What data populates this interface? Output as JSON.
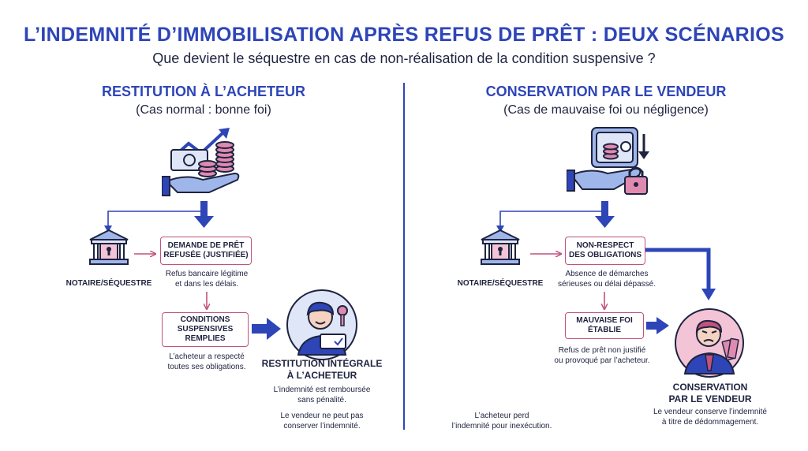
{
  "header": {
    "title": "L’INDEMNITÉ D’IMMOBILISATION APRÈS REFUS DE PRÊT : DEUX SCÉNARIOS",
    "subtitle": "Que devient le séquestre en cas de non-réalisation de la condition suspensive ?"
  },
  "left": {
    "title": "RESTITUTION À L’ACHETEUR",
    "subtitle": "(Cas normal : bonne foi)",
    "notary_label": "NOTAIRE/SÉQUESTRE",
    "box1": "DEMANDE DE PRÊT\nREFUSÉE (JUSTIFIÉE)",
    "box1_note": "Refus bancaire légitime\net dans les délais.",
    "box2": "CONDITIONS\nSUSPENSIVES\nREMPLIES",
    "box2_note": "L’acheteur a respecté\ntoutes ses obligations.",
    "outcome_title": "RESTITUTION INTÉGRALE\nÀ L’ACHETEUR",
    "outcome_note1": "L’indemnité est remboursée\nsans pénalité.",
    "outcome_note2": "Le vendeur ne peut pas\nconserver l’indemnité."
  },
  "right": {
    "title": "CONSERVATION PAR LE VENDEUR",
    "subtitle": "(Cas de mauvaise foi ou négligence)",
    "notary_label": "NOTAIRE/SÉQUESTRE",
    "box1": "NON-RESPECT\nDES OBLIGATIONS",
    "box1_note": "Absence de démarches\nsérieuses ou délai dépassé.",
    "box2": "MAUVAISE FOI\nÉTABLIE",
    "box2_note": "Refus de prêt non justifié\nou provoqué par l’acheteur.",
    "outcome_title": "CONSERVATION\nPAR LE VENDEUR",
    "outcome_note": "Le vendeur conserve l’indemnité\nà titre de dédommagement.",
    "buyer_note": "L’acheteur perd\nl’indemnité pour inexécution."
  },
  "colors": {
    "accent_blue": "#2e45b8",
    "accent_pink": "#c2527e",
    "dark_navy": "#1e2340"
  }
}
